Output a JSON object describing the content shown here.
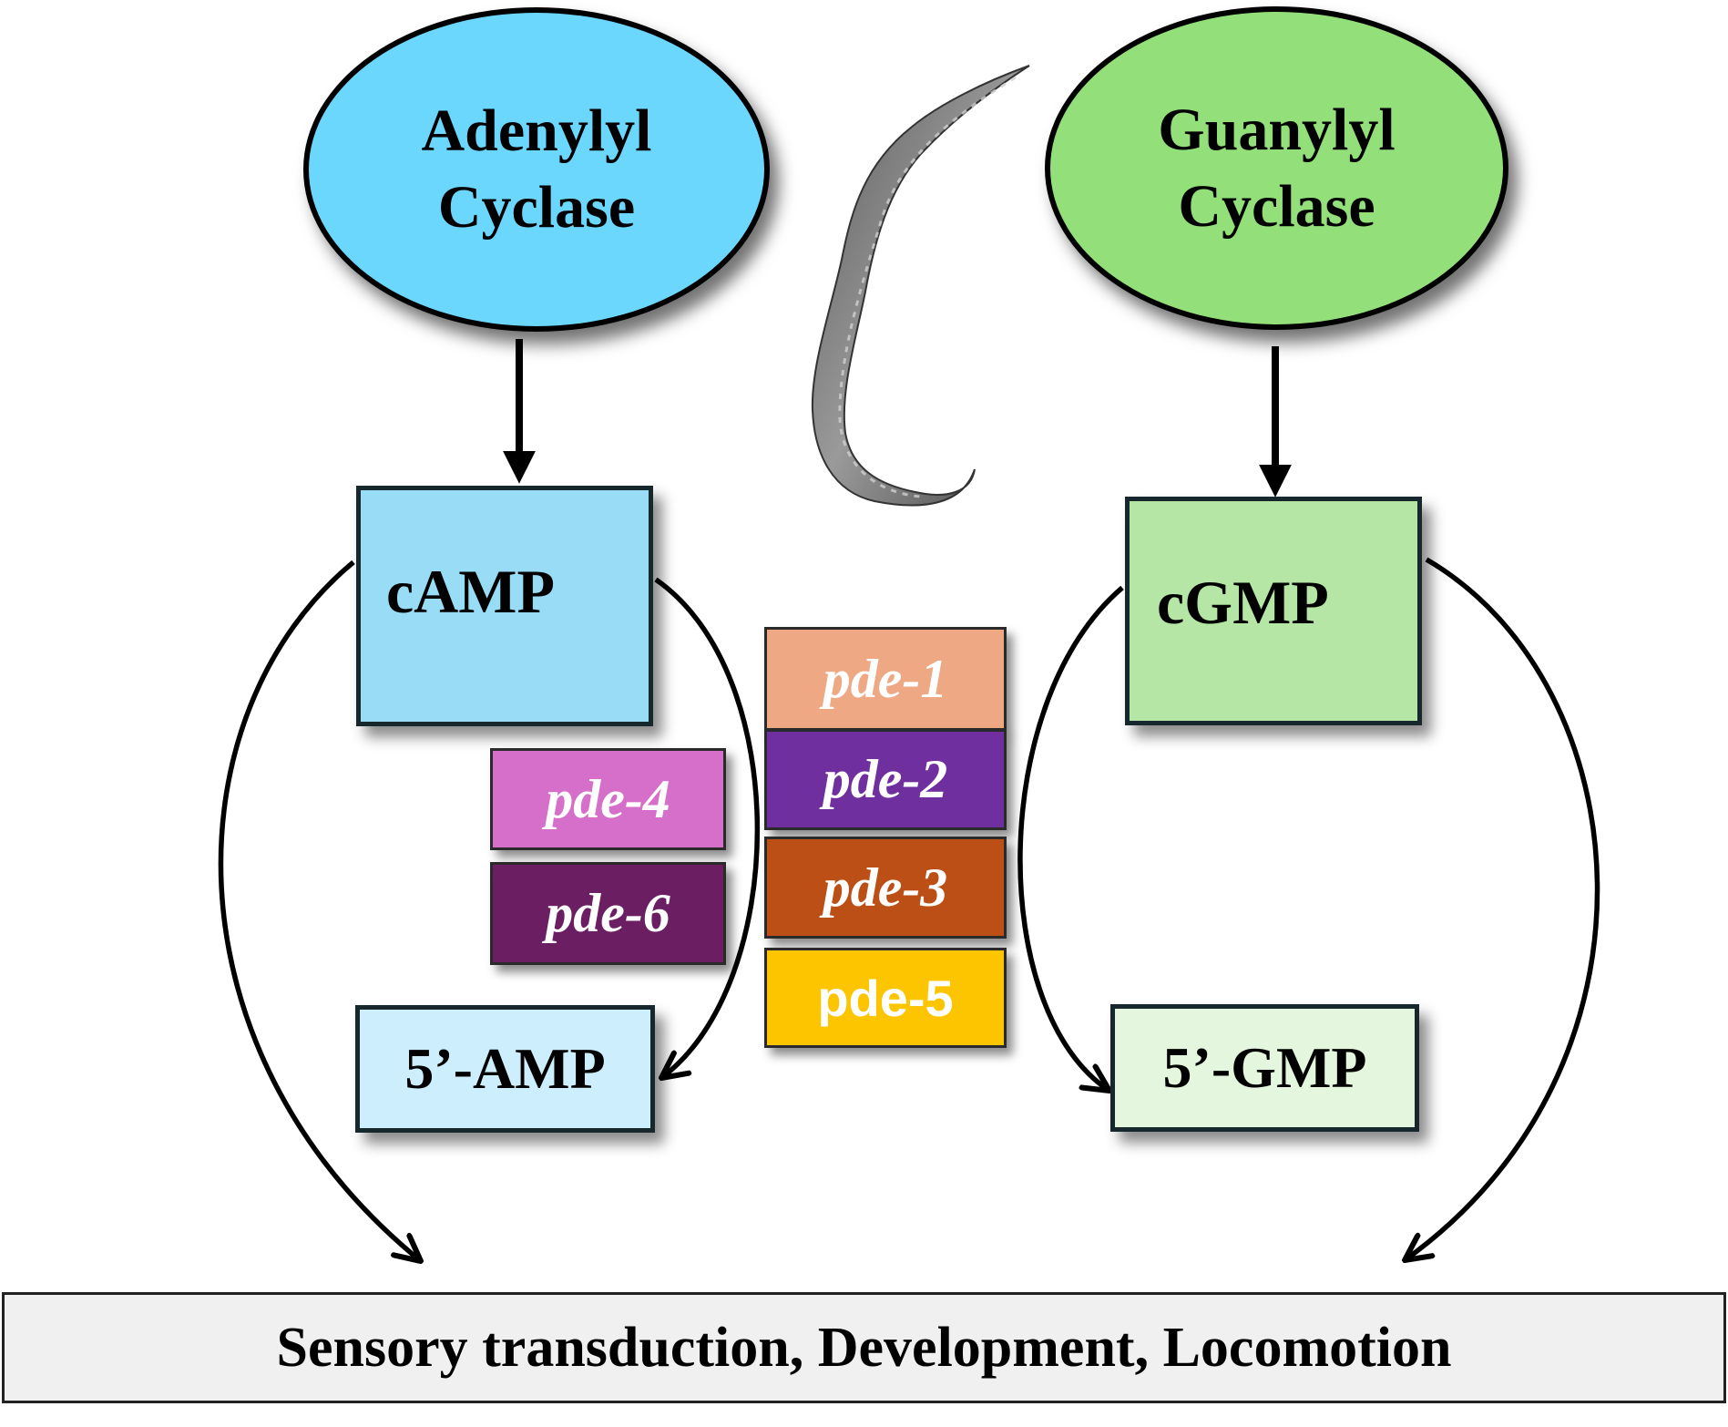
{
  "adenylyl": {
    "label": "Adenylyl\nCyclase",
    "color": "#6cd7fd"
  },
  "guanylyl": {
    "label": "Guanylyl\nCyclase",
    "color": "#93e07a"
  },
  "camp": {
    "label": "cAMP",
    "color": "#98dcf5"
  },
  "cgmp": {
    "label": "cGMP",
    "color": "#b5e6a5"
  },
  "amp5": {
    "label": "5’-AMP",
    "color": "#cdeefc"
  },
  "gmp5": {
    "label": "5’-GMP",
    "color": "#e4f6dd"
  },
  "pde": {
    "p1": {
      "label": "pde-1",
      "color": "#eea883"
    },
    "p2": {
      "label": "pde-2",
      "color": "#6f2f9e"
    },
    "p3": {
      "label": "pde-3",
      "color": "#bc4f16"
    },
    "p5": {
      "label": "pde-5",
      "color": "#fcc500"
    },
    "p4": {
      "label": "pde-4",
      "color": "#d56fca"
    },
    "p6": {
      "label": "pde-6",
      "color": "#6b1f62"
    }
  },
  "outcome": {
    "label": "Sensory transduction, Development, Locomotion",
    "color": "#f0f0f0"
  }
}
